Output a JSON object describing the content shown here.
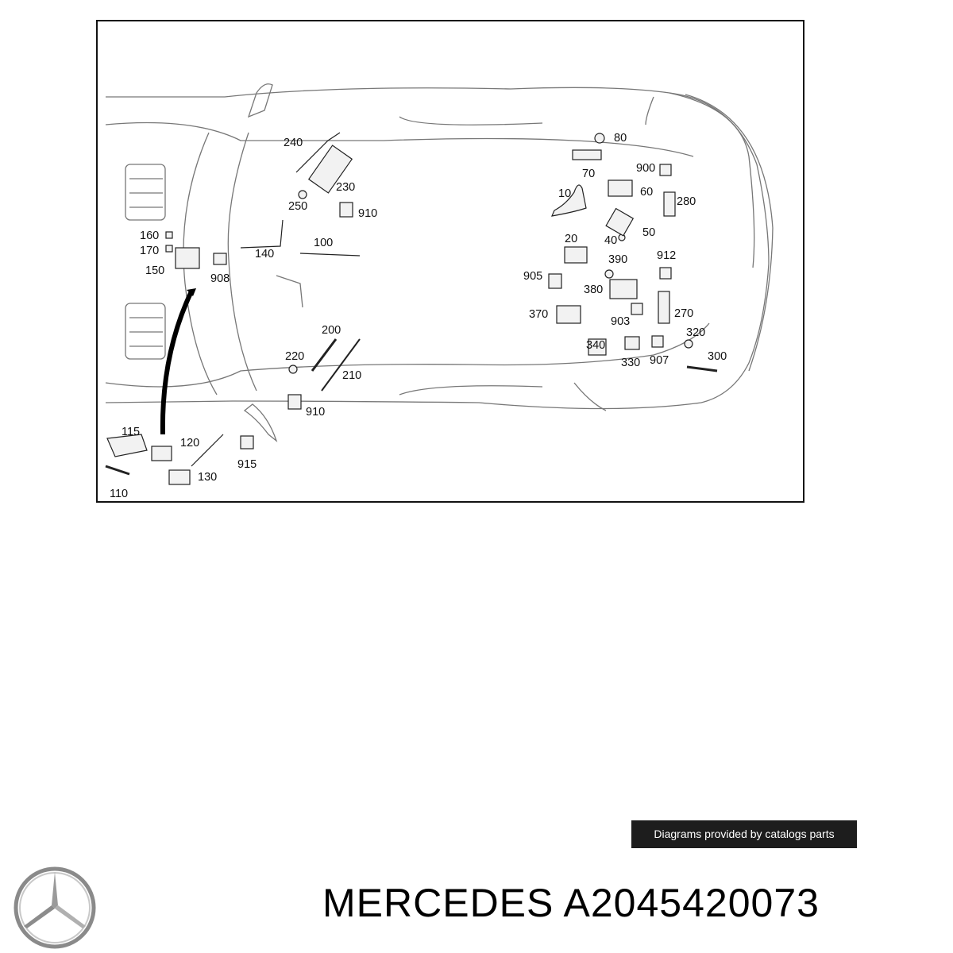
{
  "diagram": {
    "part_numbers": [
      "240",
      "230",
      "250",
      "910",
      "80",
      "70",
      "900",
      "10",
      "60",
      "280",
      "160",
      "170",
      "150",
      "908",
      "140",
      "100",
      "20",
      "40",
      "50",
      "905",
      "390",
      "912",
      "380",
      "370",
      "903",
      "270",
      "200",
      "220",
      "210",
      "910",
      "340",
      "330",
      "907",
      "320",
      "300",
      "115",
      "120",
      "110",
      "130",
      "915"
    ]
  },
  "watermark": {
    "text": "Diagrams provided by catalogs parts"
  },
  "brand": {
    "logo": "mercedes-star-logo",
    "name": "MERCEDES",
    "part_number": "A2045420073"
  }
}
